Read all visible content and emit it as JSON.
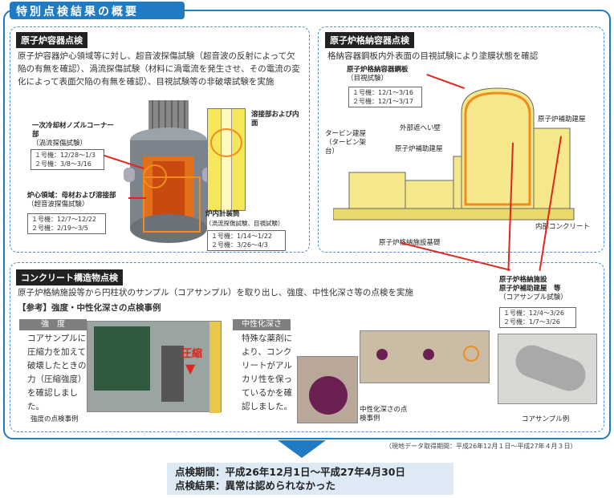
{
  "title": "特別点検結果の概要",
  "rv": {
    "header": "原子炉容器点検",
    "desc": "原子炉容器炉心領域等に対し、超音波探傷試験（超音波の反射によって欠陥の有無を確認）、渦流探傷試験（材料に渦電流を発生させ、その電流の変化によって表面欠陥の有無を確認）、目視試験等の非破壊試験を実施",
    "nozzle_label": "一次冷却材ノズルコーナー部",
    "nozzle_sub": "（渦流探傷試験）",
    "nozzle_u1": "１号機：12/28～1/3",
    "nozzle_u2": "２号機：3/8～3/16",
    "core_label": "炉心領域：母材および溶接部",
    "core_sub": "（超音波探傷試験）",
    "core_u1": "１号機：12/7～12/22",
    "core_u2": "２号機：2/19～3/5",
    "weld_label": "溶接部および内面",
    "tube_label": "炉内計装筒",
    "tube_sub": "（渦流探傷試験、目視試験）",
    "tube_u1": "１号機：1/14～1/22",
    "tube_u2": "２号機：3/26～4/3"
  },
  "cv": {
    "header": "原子炉格納容器点検",
    "desc": "格納容器鋼板内外表面の目視試験により塗膜状態を確認",
    "steel_label": "原子炉格納容器鋼板",
    "steel_sub": "（目視試験）",
    "steel_u1": "１号機：12/1～3/16",
    "steel_u2": "２号機：12/1～3/17",
    "turbine": "タービン建屋（タービン架台）",
    "outer_wall": "外部遮へい壁",
    "aux_bldg": "原子炉補助建屋",
    "aux_bldg_right": "原子炉補助建屋",
    "inner_concrete": "内部コンクリート",
    "foundation": "原子炉格納施設基礎"
  },
  "concrete": {
    "header": "コンクリート構造物点検",
    "desc": "原子炉格納施設等から円柱状のサンプル（コアサンプル）を取り出し、強度、中性化深さ等の点検を実施",
    "ref": "【参考】強度・中性化深さの点検事例",
    "strength_tag": "強　度",
    "strength_text": "コアサンプルに圧縮力を加えて破壊したときの力（圧縮強度）を確認しました。",
    "compress": "圧縮",
    "strength_caption": "強度の点検事例",
    "neutral_tag": "中性化深さ",
    "neutral_text": "特殊な薬剤により、コンクリートがアルカリ性を保っているかを確認しました。",
    "neutral_caption": "中性化深さの点検事例",
    "facility_line1": "原子炉格納施設",
    "facility_line2": "原子炉補助建屋　等",
    "facility_sub": "（コアサンプル試験）",
    "facility_u1": "１号機：12/4～3/26",
    "facility_u2": "２号機：1/7～3/26",
    "sample_caption": "コアサンプル例"
  },
  "source_note": "（現地データ取得期間：平成26年12月１日～平成27年４月３日）",
  "summary": {
    "period": "点検期間：平成26年12月1日～平成27年4月30日",
    "result": "点検結果：異常は認められなかった"
  },
  "colors": {
    "accent": "#1f7bc4",
    "orange": "#f08c1e",
    "red": "#e2241a",
    "yellow": "#f5e65a"
  }
}
